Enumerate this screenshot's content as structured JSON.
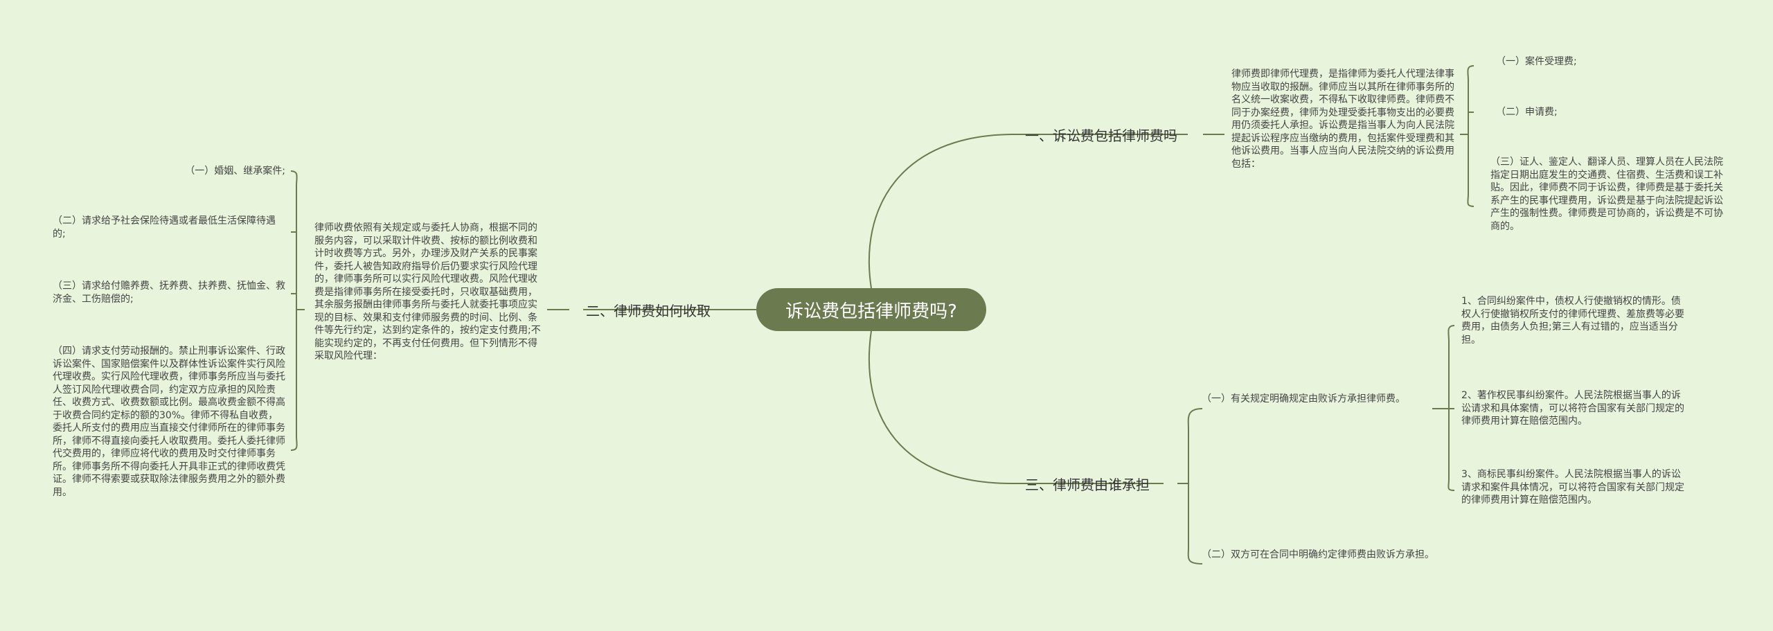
{
  "root": "诉讼费包括律师费吗?",
  "branch1": {
    "title": "一、诉讼费包括律师费吗",
    "desc": "律师费即律师代理费，是指律师为委托人代理法律事物应当收取的报酬。律师应当以其所在律师事务所的名义统一收案收费，不得私下收取律师费。律师费不同于办案经费，律师为处理受委托事物支出的必要费用仍须委托人承担。诉讼费是指当事人为向人民法院提起诉讼程序应当缴纳的费用，包括案件受理费和其他诉讼费用。当事人应当向人民法院交纳的诉讼费用包括：",
    "items": [
      "（一）案件受理费;",
      "（二）申请费;",
      "（三）证人、鉴定人、翻译人员、理算人员在人民法院指定日期出庭发生的交通费、住宿费、生活费和误工补贴。因此，律师费不同于诉讼费，律师费是基于委托关系产生的民事代理费用，诉讼费是基于向法院提起诉讼产生的强制性费。律师费是可协商的，诉讼费是不可协商的。"
    ]
  },
  "branch2": {
    "title": "二、律师费如何收取",
    "desc": "律师收费依照有关规定或与委托人协商，根据不同的服务内容，可以采取计件收费、按标的额比例收费和计时收费等方式。另外，办理涉及财产关系的民事案件，委托人被告知政府指导价后仍要求实行风险代理的，律师事务所可以实行风险代理收费。风险代理收费是指律师事务所在接受委托时，只收取基础费用，其余服务报酬由律师事务所与委托人就委托事项应实现的目标、效果和支付律师服务费的时间、比例、条件等先行约定，达到约定条件的，按约定支付费用;不能实现约定的，不再支付任何费用。但下列情形不得采取风险代理：",
    "items": [
      "（一）婚姻、继承案件;",
      "（二）请求给予社会保险待遇或者最低生活保障待遇的;",
      "（三）请求给付赡养费、抚养费、扶养费、抚恤金、救济金、工伤赔偿的;",
      "（四）请求支付劳动报酬的。禁止刑事诉讼案件、行政诉讼案件、国家赔偿案件以及群体性诉讼案件实行风险代理收费。实行风险代理收费，律师事务所应当与委托人签订风险代理收费合同，约定双方应承担的风险责任、收费方式、收费数额或比例。最高收费金额不得高于收费合同约定标的额的30%。律师不得私自收费，委托人所支付的费用应当直接交付律师所在的律师事务所，律师不得直接向委托人收取费用。委托人委托律师代交费用的，律师应将代收的费用及时交付律师事务所。律师事务所不得向委托人开具非正式的律师收费凭证。律师不得索要或获取除法律服务费用之外的额外费用。"
    ]
  },
  "branch3": {
    "title": "三、律师费由谁承担",
    "sub1": {
      "title": "（一）有关规定明确规定由败诉方承担律师费。",
      "items": [
        "1、合同纠纷案件中，债权人行使撤销权的情形。债权人行使撤销权所支付的律师代理费、差旅费等必要费用，由债务人负担;第三人有过错的，应当适当分担。",
        "2、著作权民事纠纷案件。人民法院根据当事人的诉讼请求和具体案情，可以将符合国家有关部门规定的律师费用计算在赔偿范围内。",
        "3、商标民事纠纷案件。人民法院根据当事人的诉讼请求和案件具体情况，可以将符合国家有关部门规定的律师费用计算在赔偿范围内。"
      ]
    },
    "sub2": "（二）双方可在合同中明确约定律师费由败诉方承担。"
  },
  "colors": {
    "background": "#e8f5dc",
    "root_fill": "#6b7a4f",
    "line": "#6b7a4f"
  }
}
